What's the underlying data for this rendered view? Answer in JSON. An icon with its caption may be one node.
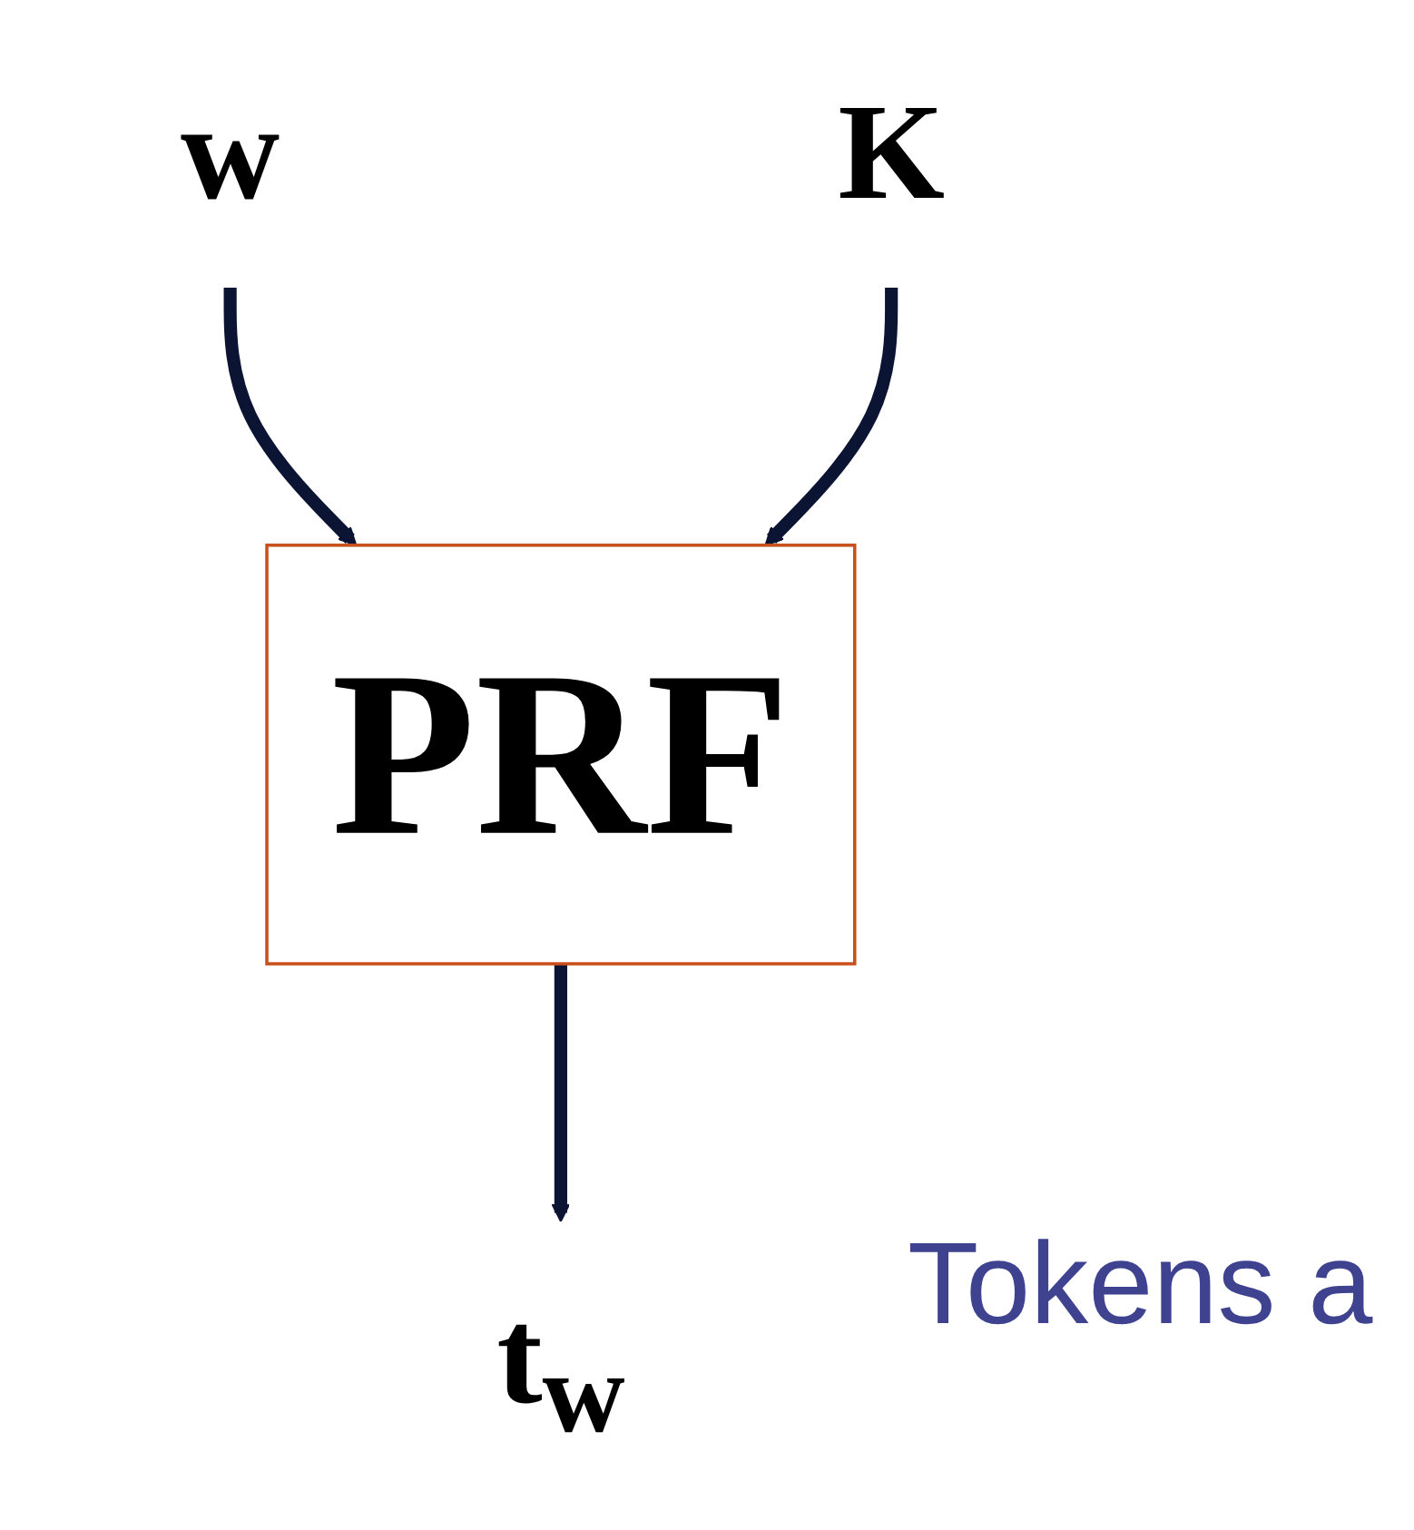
{
  "diagram": {
    "nodes": [
      {
        "text": [
          "w"
        ]
      },
      {
        "text": [
          "K"
        ]
      },
      {
        "text": [
          "PRF"
        ]
      },
      {
        "text": [
          "t$_{w}$"
        ]
      }
    ],
    "edges": [
      {
        "from": 0,
        "to": 2,
        "arrow": "to"
      },
      {
        "from": 1,
        "to": 2,
        "arrow": "to"
      },
      {
        "from": 2,
        "to": 3,
        "arrow": "to"
      }
    ],
    "labels": [
      "Tokens a"
    ]
  }
}
